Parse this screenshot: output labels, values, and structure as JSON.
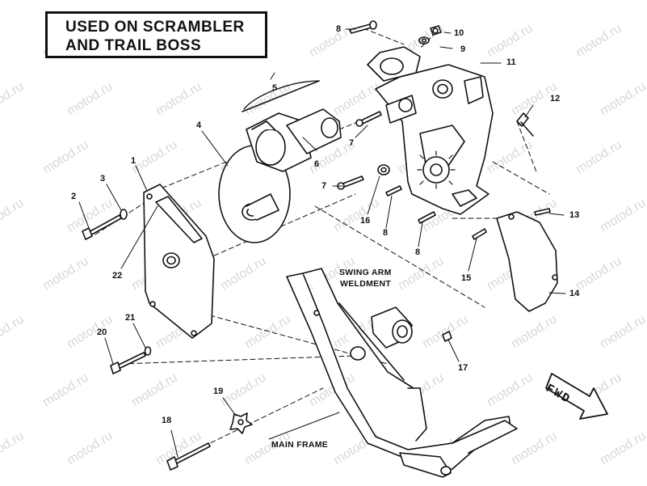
{
  "title": {
    "line1": "USED ON SCRAMBLER",
    "line2": "AND TRAIL BOSS"
  },
  "callouts": [
    {
      "id": "c1",
      "text": "1"
    },
    {
      "id": "c2",
      "text": "2"
    },
    {
      "id": "c3",
      "text": "3"
    },
    {
      "id": "c4",
      "text": "4"
    },
    {
      "id": "c5",
      "text": "5"
    },
    {
      "id": "c6",
      "text": "6"
    },
    {
      "id": "c7a",
      "text": "7"
    },
    {
      "id": "c7b",
      "text": "7"
    },
    {
      "id": "c8a",
      "text": "8"
    },
    {
      "id": "c8b",
      "text": "8"
    },
    {
      "id": "c8c",
      "text": "8"
    },
    {
      "id": "c9",
      "text": "9"
    },
    {
      "id": "c10",
      "text": "10"
    },
    {
      "id": "c11",
      "text": "11"
    },
    {
      "id": "c12",
      "text": "12"
    },
    {
      "id": "c13",
      "text": "13"
    },
    {
      "id": "c14",
      "text": "14"
    },
    {
      "id": "c15",
      "text": "15"
    },
    {
      "id": "c16",
      "text": "16"
    },
    {
      "id": "c17",
      "text": "17"
    },
    {
      "id": "c18",
      "text": "18"
    },
    {
      "id": "c19",
      "text": "19"
    },
    {
      "id": "c20",
      "text": "20"
    },
    {
      "id": "c21",
      "text": "21"
    },
    {
      "id": "c22",
      "text": "22"
    }
  ],
  "labels": {
    "swing_arm_line1": "SWING ARM",
    "swing_arm_line2": "WELDMENT",
    "main_frame": "MAIN FRAME",
    "fwd": "FWD"
  },
  "watermark": "motod.ru",
  "colors": {
    "ink": "#111111",
    "background": "#ffffff",
    "watermark": "#d8d8d8"
  }
}
